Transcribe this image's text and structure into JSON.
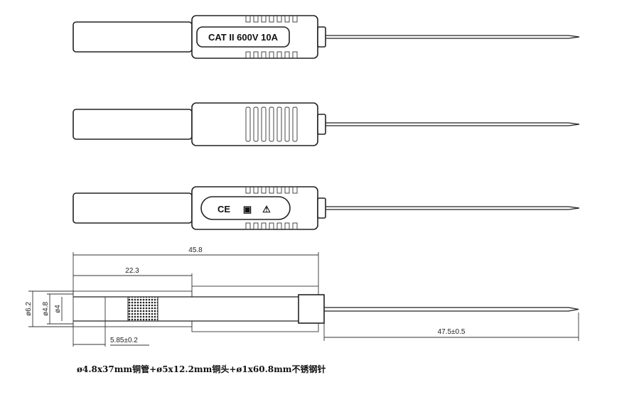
{
  "probes": [
    {
      "marking": "CAT II 600V 10A",
      "variant": "text-label"
    },
    {
      "marking": "",
      "variant": "ribs"
    },
    {
      "marking": "CE",
      "variant": "symbols"
    }
  ],
  "symbols": {
    "ce": "CE",
    "double_insulation": "▣",
    "warning": "⚠"
  },
  "dimensions": {
    "overall_length": "45.8",
    "tube_length": "22.3",
    "outer_diameter": "ø6.2",
    "tube_diameter": "ø4.8",
    "inner_diameter": "ø4",
    "insert_depth": "5.85±0.2",
    "needle_length": "47.5±0.5"
  },
  "caption": "ø4.8x37mm铜管+ø5x12.2mm铜头+ø1x60.8mm不锈钢针"
}
